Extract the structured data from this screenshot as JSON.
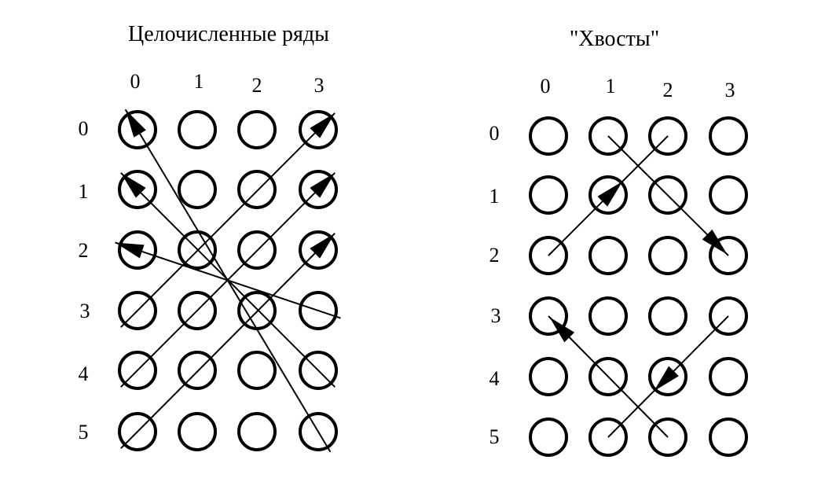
{
  "diagrams": [
    {
      "title": "Целочисленные ряды",
      "columns": [
        "0",
        "1",
        "2",
        "3"
      ],
      "rows": [
        "0",
        "1",
        "2",
        "3",
        "4",
        "5"
      ],
      "paths": [
        {
          "from": [
            0,
            0
          ],
          "to": [
            3,
            5
          ],
          "arrow_at": "from"
        },
        {
          "from": [
            0,
            1
          ],
          "to": [
            3,
            4
          ],
          "arrow_at": "from"
        },
        {
          "from": [
            0,
            2
          ],
          "to": [
            3,
            3
          ],
          "arrow_at": "from"
        },
        {
          "from": [
            0,
            3
          ],
          "to": [
            3,
            0
          ],
          "arrow_at": "to"
        },
        {
          "from": [
            0,
            4
          ],
          "to": [
            3,
            1
          ],
          "arrow_at": "to"
        },
        {
          "from": [
            0,
            5
          ],
          "to": [
            3,
            2
          ],
          "arrow_at": "to"
        }
      ]
    },
    {
      "title": "\"Хвосты\"",
      "columns": [
        "0",
        "1",
        "2",
        "3"
      ],
      "rows": [
        "0",
        "1",
        "2",
        "3",
        "4",
        "5"
      ],
      "paths": [
        {
          "from": [
            0,
            2
          ],
          "to": [
            2,
            0
          ],
          "arrow_at": "mid"
        },
        {
          "from": [
            1,
            0
          ],
          "to": [
            3,
            2
          ],
          "arrow_at": "to"
        },
        {
          "from": [
            3,
            3
          ],
          "to": [
            1,
            5
          ],
          "arrow_at": "mid"
        },
        {
          "from": [
            2,
            5
          ],
          "to": [
            0,
            3
          ],
          "arrow_at": "to"
        }
      ]
    }
  ]
}
